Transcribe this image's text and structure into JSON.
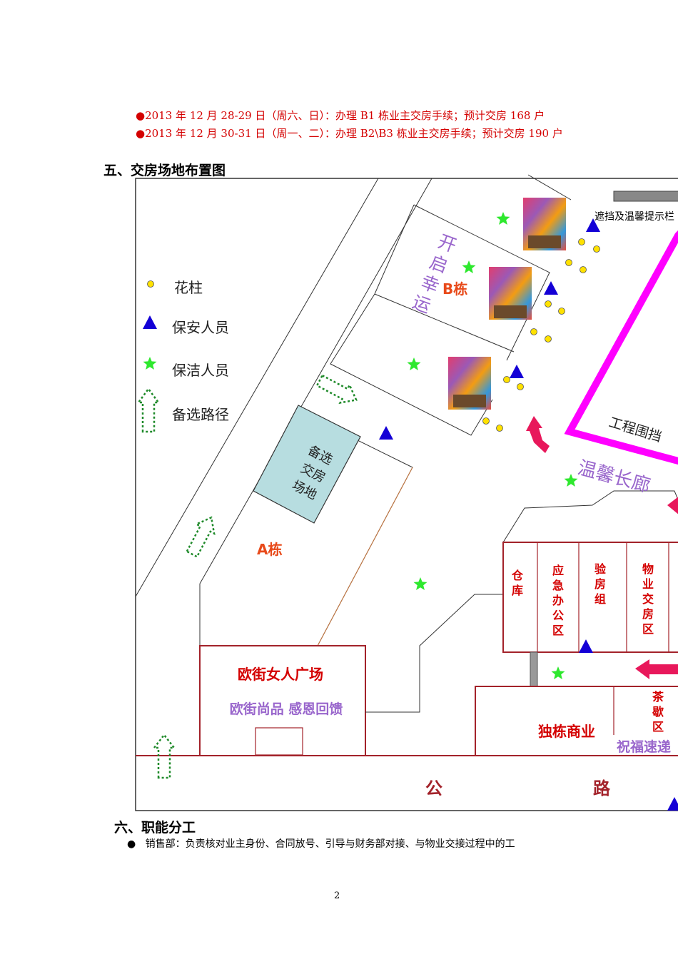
{
  "schedule": [
    {
      "text": "2013 年 12 月 28-29 日（周六、日）：办理 B1 栋业主交房手续；预计交房 168 户"
    },
    {
      "text": "2013 年 12 月 30-31 日（周一、二）：办理 B2\\B3 栋业主交房手续；预计交房 190 户"
    }
  ],
  "section5_title": "五、交房场地布置图",
  "legend": {
    "flower": "花柱",
    "security": "保安人员",
    "cleaner": "保洁人员",
    "route": "备选路径"
  },
  "map": {
    "top_note": "遮挡及温馨提示栏",
    "b_building_slogan": "开启幸运",
    "b_building": "B栋",
    "a_building": "A栋",
    "alt_site": "备选交房场地",
    "fence": "工程围挡",
    "corridor": "温馨长廊",
    "plaza_title": "欧街女人广场",
    "plaza_sub": "欧街尚品 感恩回馈",
    "rooms": [
      "仓库",
      "应急办公区",
      "验房组",
      "物业交房区"
    ],
    "tea": "茶歇区",
    "commerce": "独栋商业",
    "blessing": "祝福速递",
    "road_left": "公",
    "road_right": "路"
  },
  "section6_title": "六、职能分工",
  "duty_line": "销售部：负责核对业主身份、合同放号、引导与财务部对接、与物业交接过程中的工",
  "page_number": "2",
  "colors": {
    "red": "#d40000",
    "magenta": "#ff00ff",
    "purple": "#9966cc",
    "blue": "#0000cc",
    "green": "#22c55e",
    "rose": "#e8185b"
  }
}
